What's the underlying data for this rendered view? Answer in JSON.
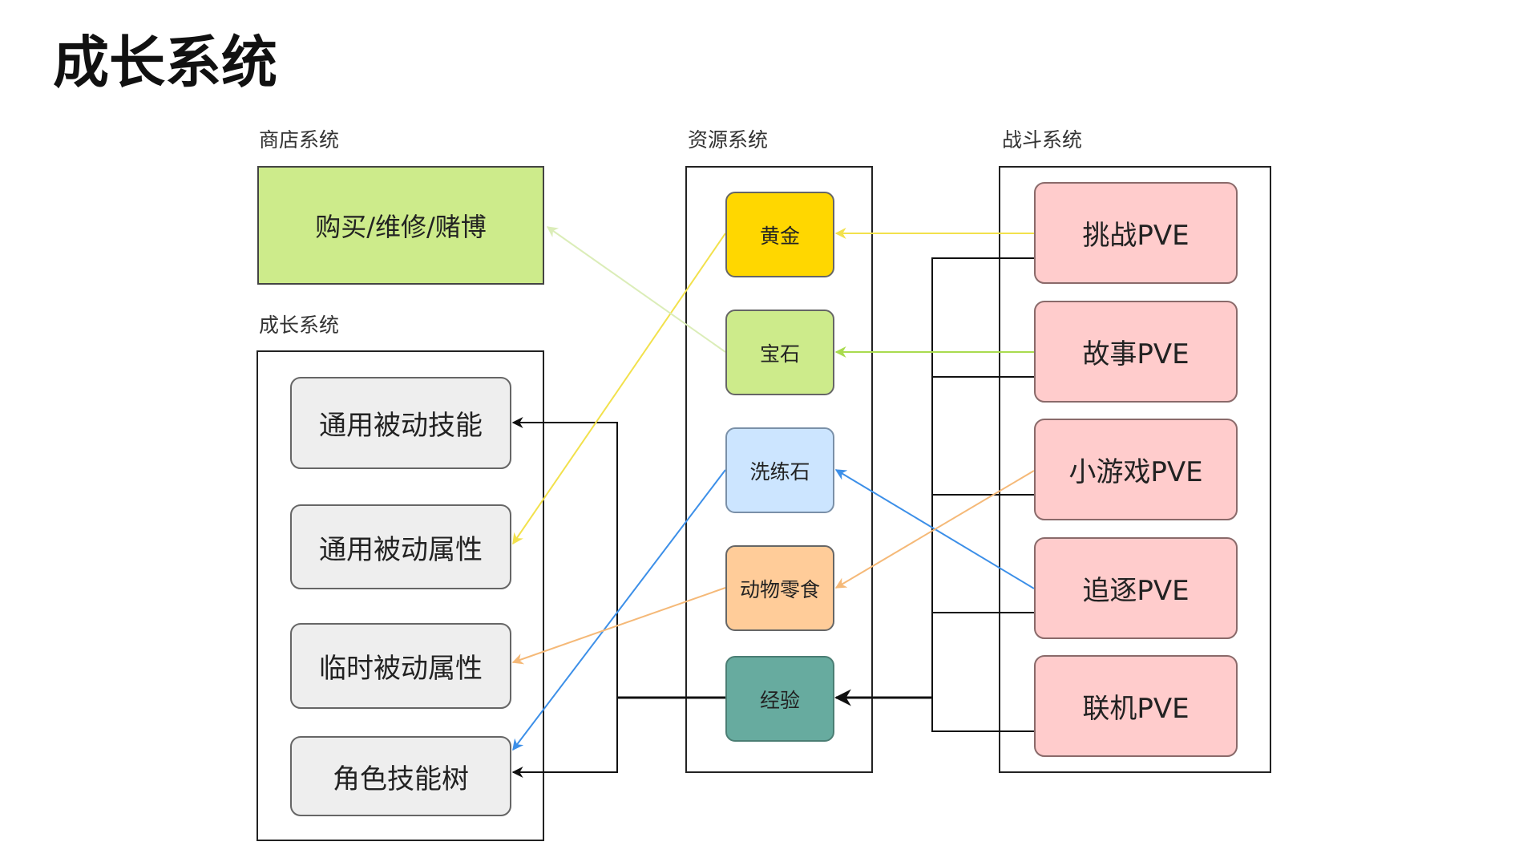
{
  "page": {
    "title": "成长系统"
  },
  "groups": {
    "shop": {
      "label": "商店系统"
    },
    "growth": {
      "label": "成长系统"
    },
    "resource": {
      "label": "资源系统"
    },
    "battle": {
      "label": "战斗系统"
    }
  },
  "nodes": {
    "shop_action": {
      "label": "购买/维修/赌博",
      "color": "#cdeb8b"
    },
    "passive_skill": {
      "label": "通用被动技能",
      "color": "#eeeeee"
    },
    "passive_attr": {
      "label": "通用被动属性",
      "color": "#eeeeee"
    },
    "temp_attr": {
      "label": "临时被动属性",
      "color": "#eeeeee"
    },
    "skill_tree": {
      "label": "角色技能树",
      "color": "#eeeeee"
    },
    "gold": {
      "label": "黄金",
      "color": "#ffd700"
    },
    "gem": {
      "label": "宝石",
      "color": "#cdeb8b"
    },
    "reforge_stone": {
      "label": "洗练石",
      "color": "#cce5ff"
    },
    "pet_snack": {
      "label": "动物零食",
      "color": "#ffcc99"
    },
    "exp": {
      "label": "经验",
      "color": "#67ab9f"
    },
    "challenge_pve": {
      "label": "挑战PVE",
      "color": "#ffcccc"
    },
    "story_pve": {
      "label": "故事PVE",
      "color": "#ffcccc"
    },
    "minigame_pve": {
      "label": "小游戏PVE",
      "color": "#ffcccc"
    },
    "chase_pve": {
      "label": "追逐PVE",
      "color": "#ffcccc"
    },
    "coop_pve": {
      "label": "联机PVE",
      "color": "#ffcccc"
    }
  },
  "edges": [
    {
      "from": "challenge_pve",
      "to": "gold",
      "color": "#f2e14c"
    },
    {
      "from": "gold",
      "to": "passive_attr",
      "color": "#f2e14c"
    },
    {
      "from": "story_pve",
      "to": "gem",
      "color": "#a9db4f"
    },
    {
      "from": "gem",
      "to": "shop_action",
      "color": "#dbedb8"
    },
    {
      "from": "chase_pve",
      "to": "reforge_stone",
      "color": "#3c8fe8"
    },
    {
      "from": "reforge_stone",
      "to": "skill_tree",
      "color": "#3c8fe8"
    },
    {
      "from": "minigame_pve",
      "to": "pet_snack",
      "color": "#f5b978"
    },
    {
      "from": "pet_snack",
      "to": "temp_attr",
      "color": "#f5b978"
    },
    {
      "from": "challenge_pve",
      "to": "exp",
      "color": "#111111"
    },
    {
      "from": "story_pve",
      "to": "exp",
      "color": "#111111"
    },
    {
      "from": "minigame_pve",
      "to": "exp",
      "color": "#111111"
    },
    {
      "from": "chase_pve",
      "to": "exp",
      "color": "#111111"
    },
    {
      "from": "coop_pve",
      "to": "exp",
      "color": "#111111"
    },
    {
      "from": "exp",
      "to": "passive_skill",
      "color": "#111111"
    },
    {
      "from": "exp",
      "to": "skill_tree",
      "color": "#111111"
    }
  ]
}
